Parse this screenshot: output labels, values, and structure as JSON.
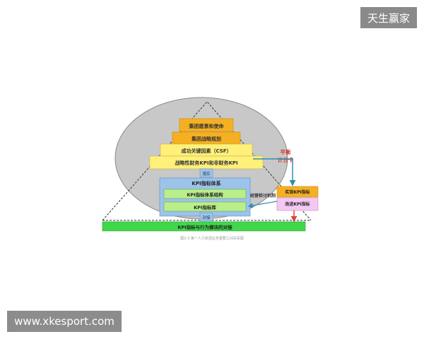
{
  "watermark_top": "天生赢家",
  "watermark_bottom": "www.xkesport.com",
  "diagram": {
    "pyramid": {
      "level1": "集团愿景和使命",
      "level2": "集团战略规划",
      "level3": "成功关键因素（CSF）",
      "level4": "战略性财务KPI和非财务KPI"
    },
    "small_label_top": "落实",
    "kpi_system": {
      "title": "KPI指标体系",
      "structure": "KPI指标体系结构",
      "library": "KPI指标库"
    },
    "small_label_bottom": "对接",
    "base_bar": "KPI指标与行为模块的对接",
    "bsc_label_line1": "平衡",
    "bsc_label_line2": "计分卡",
    "review_label": "经营检讨机制",
    "right_box_1": "实现KPI指标",
    "right_box_2": "改进KPI指标",
    "caption": "图2-3 第一人力资源业务重要之间关系图",
    "colors": {
      "ellipse": "#c8c8c8",
      "level_orange": "#f5b022",
      "level_yellow": "#fff07a",
      "kpi_blue": "#9cc3ea",
      "kpi_green": "#b9ee8a",
      "base_green": "#40d84a",
      "right_pink": "#f4c8f2",
      "arrow_teal": "#2f8fb0",
      "arrow_red": "#e0453a"
    }
  }
}
